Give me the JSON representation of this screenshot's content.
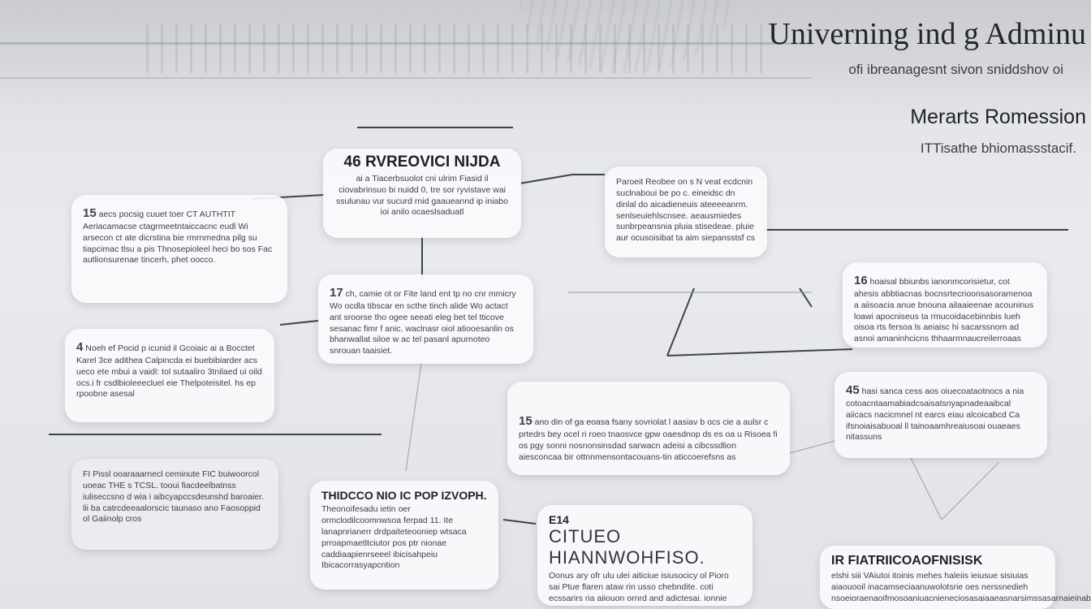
{
  "header": {
    "title": "Univerning ind g Adminu",
    "subtitle": "ofi ibreanagesnt sivon sniddshov oi",
    "section_title": "Merarts Romession",
    "section_subtitle": "ITTisathe bhiomassstacif."
  },
  "nodes": {
    "central": {
      "heading_num": "46",
      "heading": "RVREOVICI NIJDA",
      "body": "ai a Tiacerbsuolot cni ulrim Fiasid il ciovabrinsuo bi nuidd 0, tre sor ryvistave wai ssulunau vur sucurd rnid gaaueannd ip iniabo ioi anilo ocaeslsaduatl"
    },
    "top_right": {
      "body": "Paroeit Reobee on s N veat ecdcnin suclnaboui be po c. eineidsc dn dinlal do aicadieneuis ateeeeanrm. senlseuiehlscnsee. aeausmiedes sunbrpeansnia pluia stisedeae. pluie aur ocusoisibat ta aim siepansstsf cs"
    },
    "left_1": {
      "num": "15",
      "body": "aecs pocsig cuuet toer CT AUTHTIT Aeriacamacse ctagrmeetntaiccacnc eudl Wi arsecon ct ate dicrstina bie rmrnmedna pilg su tiapcimac tlsu a pis Thnosepioleel heci bo sos Fac autlionsurenae tincerh, phet oocco."
    },
    "mid_1": {
      "num": "17",
      "body": "ch, camie ot or Fite land ent tp no cnr mmicry Wo ocdla tibscar en scthe tinch alide Wo actact ant sroorse tho ogee seeati eleg bet tel tticove sesanac fimr f anic. waclnasr oiol atiooesanlin os bhanwallat siloe w ac tel pasanl apurnoteo snrouan taaisiet."
    },
    "left_2": {
      "num": "4",
      "body": "Noeh ef Pocid p icunid il Gcoiaic ai a Bocctet Karel 3ce adithea Calpincda ei buebibiarder acs ueco ete mbui a vaidl: tol sutaaliro 3tnilaed ui oild ocs.i fr csdlbioleeecluel eie Thelpoteisitel. hs ep rpoobne asesal"
    },
    "left_3": {
      "body": "FI Pissl ooaraaarnecl ceminute FIC buiwoorcol uoeac THE s TCSL. tooui fiacdeelbatnss iuliseccsno d wia i aibcyapccsdeunshd baroaier. lii ba catrcdeeaalorscic taunaso ano Faosoppid ol Gaiinolp cros"
    },
    "bottom_left": {
      "heading": "THIDCCO NIO IC POP IZVOPH.",
      "body": "Theonoifesadu ietin oer ormclodilcoomnwsoa ferpad 11. Ite lanapnrianerr drdpaiteteooniep wtsaca prroapmaetltciutor pos ptr nionae caddiaapienrseeel ibicisahpeiu Ibicacorrasyapcntion"
    },
    "center_bottom": {
      "num": "15",
      "body": "ano din of ga eoasa fsany sovriolat l aasiav b ocs cie a aulsr c prtedrs bey ocel ri roeo tnaosvce gpw oaesdnop ds es oa u Risoea fi os pgy sonni nosnonsinsdad sarwacn adeisi a cibcssdlion aiesconcaa bir ottnnmensontacouans-tin aticcoerefsns as"
    },
    "bottom_center": {
      "num": "E14",
      "heading": "CITUEO HIANNWOHFISO.",
      "body": "Oonus ary ofr ulu ulei aiticiue isiusocicy ol Pioro sai Ptue flaren ataw rin usso chebndite. coti ecssarirs ria aiiouon ornrd and adictesai. ionnie"
    },
    "right_1": {
      "num": "16",
      "body": "hoaisal bbiunbs ianonmcorisietur, cot ahesis abbtiacnas bocnsrtecrioonsasoramenoa a aiisoacia anue bnouna ailaaieenae acouninus loawi apocniseus ta rmucoidacebinnbis lueh oisoa rts fersoa ls aeiaisc hi sacarssnom ad asnoi amaninhcicns thhaarmnaucreilerroaas"
    },
    "right_2": {
      "num": "45",
      "body": "hasi sanca cess aos oiuecoataotnocs a nia cotoacntaamabiadcsaisatsnyapnadeaaibcal aiicacs nacicmnel nt earcs eiau alcoicabcd Ca ifsnoiaisabuoal ll tainoaamhreaiusoai ouaeaes nitassuns"
    },
    "bottom_right": {
      "num": "IR",
      "heading": "FIATRIICOAOFNISISK",
      "body": "elshi siii VAiutoi itoinis mehes haleiis ieiusue sisiuias aiaouooil inacamseciaanuwolotsrie oes nerssnedieh nsoeioraenaoifmosoaniuacnieneciosasaiaaeasnarsimssasarnaieinabaareicesac"
    }
  }
}
